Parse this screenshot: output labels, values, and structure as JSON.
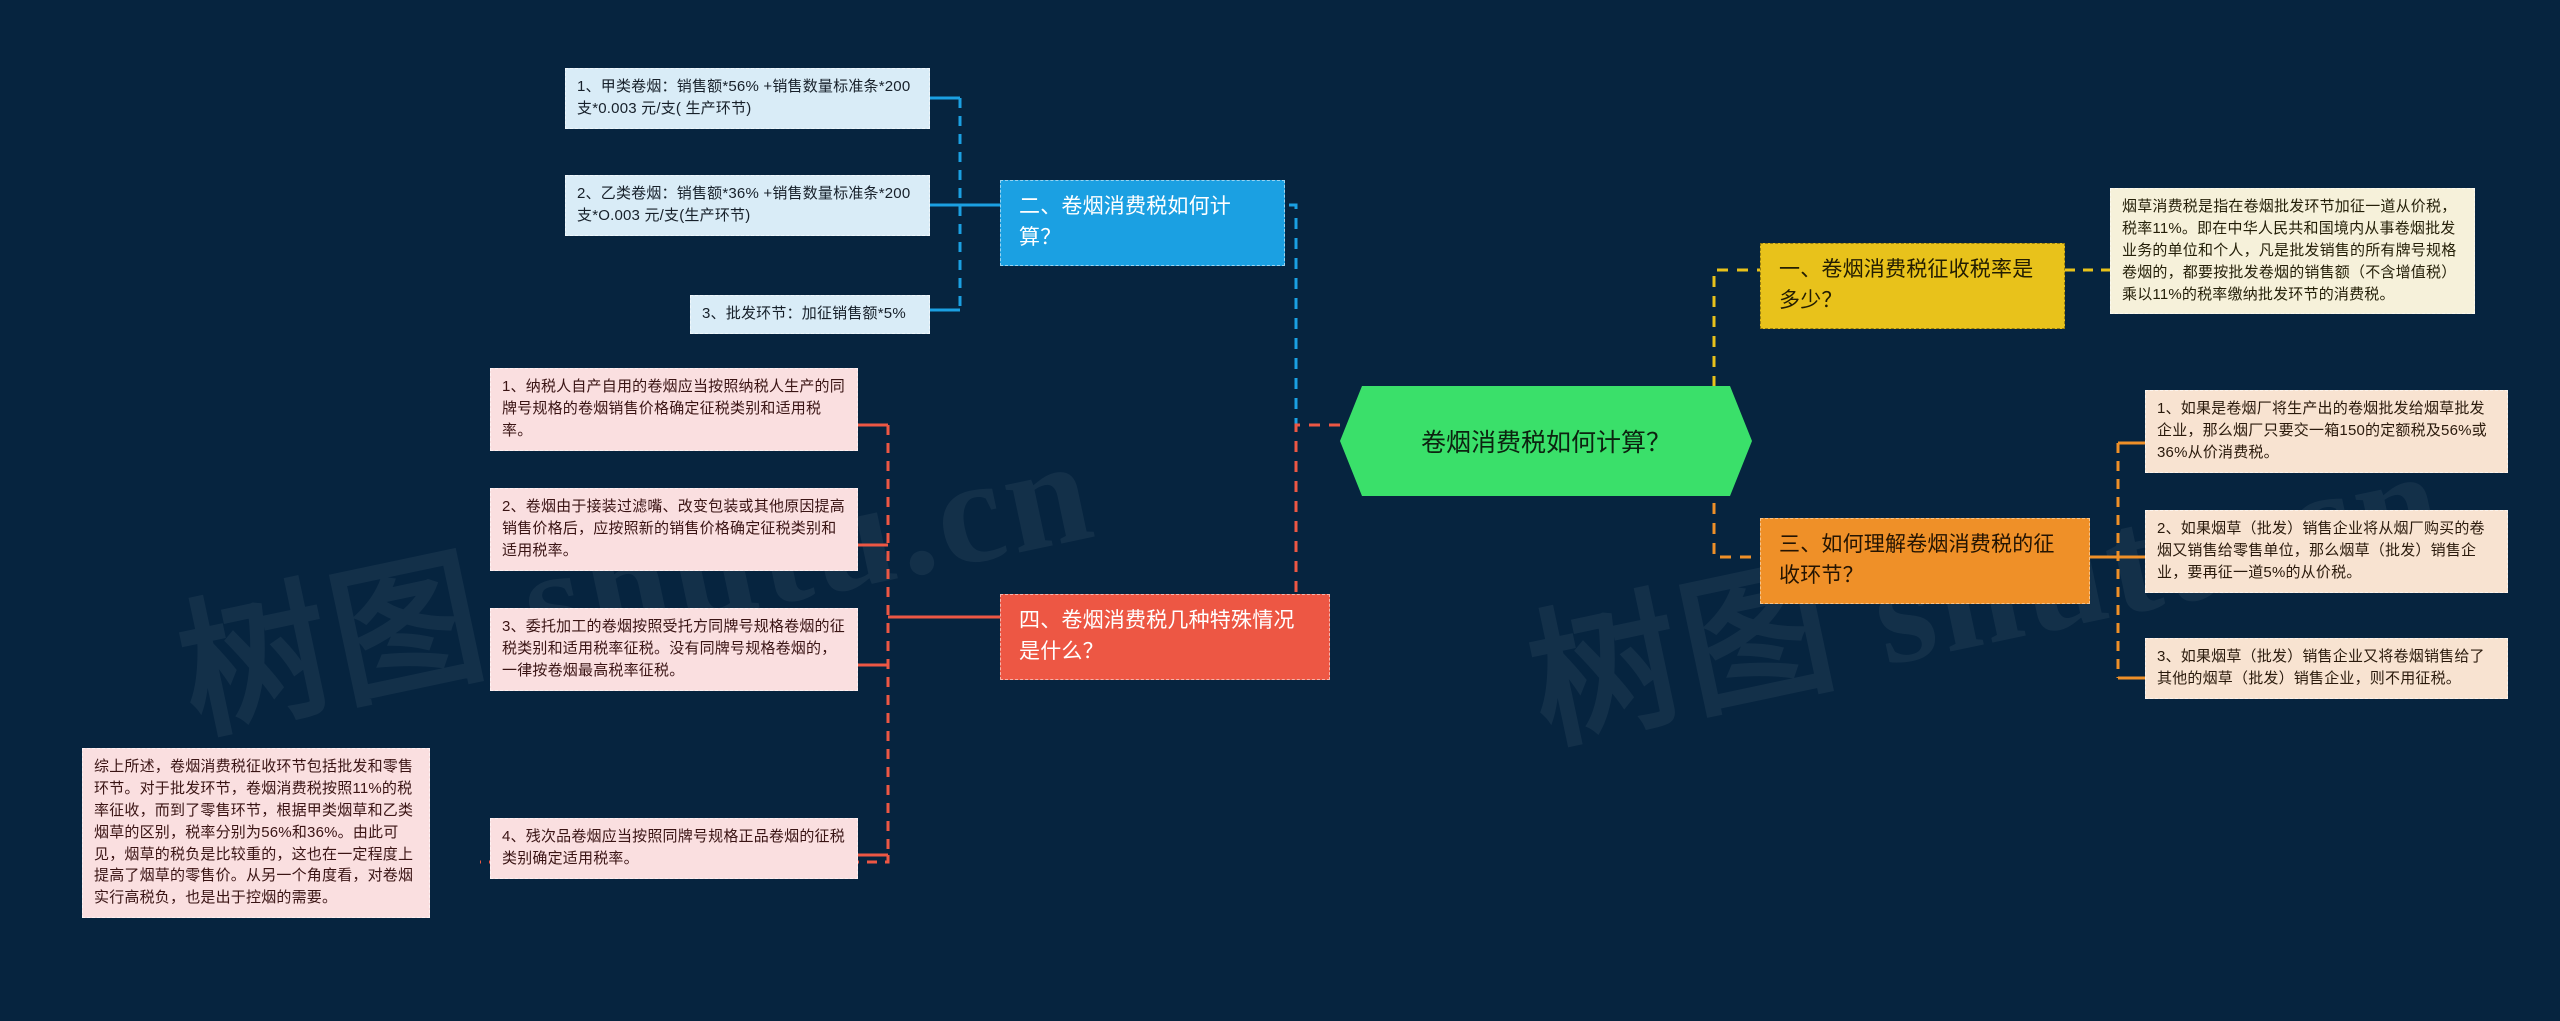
{
  "canvas": {
    "background": "#06243f",
    "watermark_text": "树图 shutu.cn",
    "watermark_left": "树图 shutu.cn",
    "watermark_right": "树图 shutu.cn"
  },
  "root": {
    "label": "卷烟消费税如何计算？",
    "color": "#3ae06a"
  },
  "branches": {
    "branch_one": {
      "label": "一、卷烟消费税征收税率是多少？",
      "color": "#e8c21b",
      "children": [
        {
          "text": "烟草消费税是指在卷烟批发环节加征一道从价税，税率11%。即在中华人民共和国境内从事卷烟批发业务的单位和个人，凡是批发销售的所有牌号规格卷烟的，都要按批发卷烟的销售额（不含增值税）乘以11%的税率缴纳批发环节的消费税。",
          "color": "#f6f1da"
        }
      ]
    },
    "branch_two": {
      "label": "二、卷烟消费税如何计算？",
      "color": "#1ba0e2",
      "children": [
        {
          "text": "1、甲类卷烟：销售额*56% +销售数量标准条*200支*0.003 元/支( 生产环节)",
          "color": "#d9ecf7"
        },
        {
          "text": "2、乙类卷烟：销售额*36% +销售数量标准条*200支*O.003 元/支(生产环节)",
          "color": "#d9ecf7"
        },
        {
          "text": "3、批发环节：加征销售额*5%",
          "color": "#d9ecf7"
        }
      ]
    },
    "branch_three": {
      "label": "三、如何理解卷烟消费税的征收环节？",
      "color": "#ef9028",
      "children": [
        {
          "text": "1、如果是卷烟厂将生产出的卷烟批发给烟草批发企业，那么烟厂只要交一箱150的定额税及56%或36%从价消费税。",
          "color": "#f8e3d1"
        },
        {
          "text": "2、如果烟草（批发）销售企业将从烟厂购买的卷烟又销售给零售单位，那么烟草（批发）销售企业，要再征一道5%的从价税。",
          "color": "#f8e3d1"
        },
        {
          "text": "3、如果烟草（批发）销售企业又将卷烟销售给了其他的烟草（批发）销售企业，则不用征税。",
          "color": "#f8e3d1"
        }
      ]
    },
    "branch_four": {
      "label": "四、卷烟消费税几种特殊情况是什么？",
      "color": "#ed5744",
      "children": [
        {
          "text": "1、纳税人自产自用的卷烟应当按照纳税人生产的同牌号规格的卷烟销售价格确定征税类别和适用税率。",
          "color": "#fadfe0"
        },
        {
          "text": "2、卷烟由于接装过滤嘴、改变包装或其他原因提高销售价格后，应按照新的销售价格确定征税类别和适用税率。",
          "color": "#fadfe0"
        },
        {
          "text": "3、委托加工的卷烟按照受托方同牌号规格卷烟的征税类别和适用税率征税。没有同牌号规格卷烟的，一律按卷烟最高税率征税。",
          "color": "#fadfe0"
        },
        {
          "text": "4、残次品卷烟应当按照同牌号规格正品卷烟的征税类别确定适用税率。",
          "color": "#fadfe0"
        },
        {
          "text": "综上所述，卷烟消费税征收环节包括批发和零售环节。对于批发环节，卷烟消费税按照11%的税率征收，而到了零售环节，根据甲类烟草和乙类烟草的区别，税率分别为56%和36%。由此可见，烟草的税负是比较重的，这也在一定程度上提高了烟草的零售价。从另一个角度看，对卷烟实行高税负，也是出于控烟的需要。",
          "color": "#fadfe0"
        }
      ]
    }
  },
  "link_colors": {
    "branch_one": "#e8c21b",
    "branch_two": "#1ba0e2",
    "branch_three": "#ef9028",
    "branch_four": "#ed5744"
  }
}
